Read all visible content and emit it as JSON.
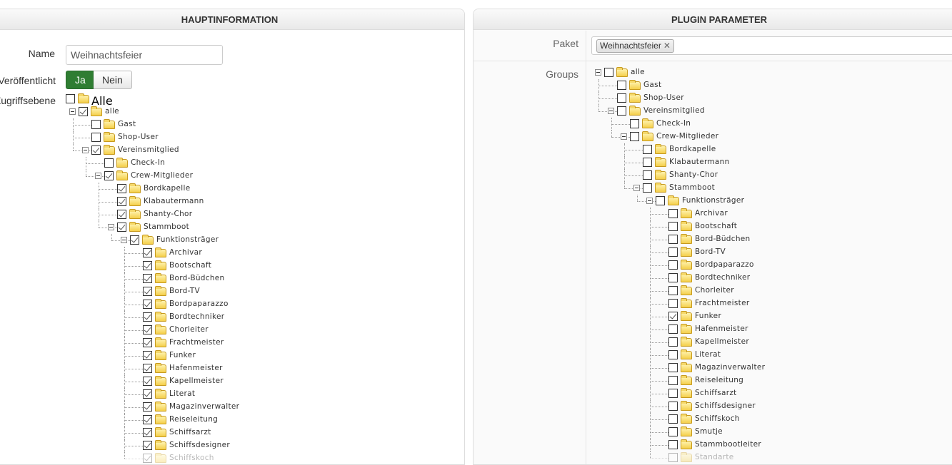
{
  "left": {
    "title": "HAUPTINFORMATION",
    "name_label": "Name",
    "name_value": "Weihnachtsfeier",
    "published_label": "Veröffentlicht",
    "yes": "Ja",
    "no": "Nein",
    "access_label": "Zugriffsebene",
    "root_label": "Alle",
    "root_checked": false,
    "tree": [
      {
        "label": "alle",
        "level": 0,
        "checked": true,
        "exp": true
      },
      {
        "label": "Gast",
        "level": 1,
        "checked": false
      },
      {
        "label": "Shop-User",
        "level": 1,
        "checked": false
      },
      {
        "label": "Vereinsmitglied",
        "level": 1,
        "checked": true,
        "exp": true
      },
      {
        "label": "Check-In",
        "level": 2,
        "checked": false
      },
      {
        "label": "Crew-Mitglieder",
        "level": 2,
        "checked": true,
        "exp": true
      },
      {
        "label": "Bordkapelle",
        "level": 3,
        "checked": true
      },
      {
        "label": "Klabautermann",
        "level": 3,
        "checked": true
      },
      {
        "label": "Shanty-Chor",
        "level": 3,
        "checked": true
      },
      {
        "label": "Stammboot",
        "level": 3,
        "checked": true,
        "exp": true
      },
      {
        "label": "Funktionsträger",
        "level": 4,
        "checked": true,
        "exp": true
      },
      {
        "label": "Archivar",
        "level": 5,
        "checked": true
      },
      {
        "label": "Bootschaft",
        "level": 5,
        "checked": true
      },
      {
        "label": "Bord-Büdchen",
        "level": 5,
        "checked": true
      },
      {
        "label": "Bord-TV",
        "level": 5,
        "checked": true
      },
      {
        "label": "Bordpaparazzo",
        "level": 5,
        "checked": true
      },
      {
        "label": "Bordtechniker",
        "level": 5,
        "checked": true
      },
      {
        "label": "Chorleiter",
        "level": 5,
        "checked": true
      },
      {
        "label": "Frachtmeister",
        "level": 5,
        "checked": true
      },
      {
        "label": "Funker",
        "level": 5,
        "checked": true
      },
      {
        "label": "Hafenmeister",
        "level": 5,
        "checked": true
      },
      {
        "label": "Kapellmeister",
        "level": 5,
        "checked": true
      },
      {
        "label": "Literat",
        "level": 5,
        "checked": true
      },
      {
        "label": "Magazinverwalter",
        "level": 5,
        "checked": true
      },
      {
        "label": "Reiseleitung",
        "level": 5,
        "checked": true
      },
      {
        "label": "Schiffsarzt",
        "level": 5,
        "checked": true
      },
      {
        "label": "Schiffsdesigner",
        "level": 5,
        "checked": true
      },
      {
        "label": "Schiffskoch",
        "level": 5,
        "checked": true
      }
    ]
  },
  "right": {
    "title": "PLUGIN PARAMETER",
    "paket_label": "Paket",
    "paket_chip": "Weihnachtsfeier",
    "groups_label": "Groups",
    "tree": [
      {
        "label": "alle",
        "level": 0,
        "checked": false,
        "exp": true
      },
      {
        "label": "Gast",
        "level": 1,
        "checked": false
      },
      {
        "label": "Shop-User",
        "level": 1,
        "checked": false
      },
      {
        "label": "Vereinsmitglied",
        "level": 1,
        "checked": false,
        "exp": true
      },
      {
        "label": "Check-In",
        "level": 2,
        "checked": false
      },
      {
        "label": "Crew-Mitglieder",
        "level": 2,
        "checked": false,
        "exp": true
      },
      {
        "label": "Bordkapelle",
        "level": 3,
        "checked": false
      },
      {
        "label": "Klabautermann",
        "level": 3,
        "checked": false
      },
      {
        "label": "Shanty-Chor",
        "level": 3,
        "checked": false
      },
      {
        "label": "Stammboot",
        "level": 3,
        "checked": false,
        "exp": true
      },
      {
        "label": "Funktionsträger",
        "level": 4,
        "checked": false,
        "exp": true
      },
      {
        "label": "Archivar",
        "level": 5,
        "checked": false
      },
      {
        "label": "Bootschaft",
        "level": 5,
        "checked": false
      },
      {
        "label": "Bord-Büdchen",
        "level": 5,
        "checked": false
      },
      {
        "label": "Bord-TV",
        "level": 5,
        "checked": false
      },
      {
        "label": "Bordpaparazzo",
        "level": 5,
        "checked": false
      },
      {
        "label": "Bordtechniker",
        "level": 5,
        "checked": false
      },
      {
        "label": "Chorleiter",
        "level": 5,
        "checked": false
      },
      {
        "label": "Frachtmeister",
        "level": 5,
        "checked": false
      },
      {
        "label": "Funker",
        "level": 5,
        "checked": true
      },
      {
        "label": "Hafenmeister",
        "level": 5,
        "checked": false
      },
      {
        "label": "Kapellmeister",
        "level": 5,
        "checked": false
      },
      {
        "label": "Literat",
        "level": 5,
        "checked": false
      },
      {
        "label": "Magazinverwalter",
        "level": 5,
        "checked": false
      },
      {
        "label": "Reiseleitung",
        "level": 5,
        "checked": false
      },
      {
        "label": "Schiffsarzt",
        "level": 5,
        "checked": false
      },
      {
        "label": "Schiffsdesigner",
        "level": 5,
        "checked": false
      },
      {
        "label": "Schiffskoch",
        "level": 5,
        "checked": false
      },
      {
        "label": "Smutje",
        "level": 5,
        "checked": false
      },
      {
        "label": "Stammbootleiter",
        "level": 5,
        "checked": false
      },
      {
        "label": "Standarte",
        "level": 5,
        "checked": false
      }
    ]
  }
}
